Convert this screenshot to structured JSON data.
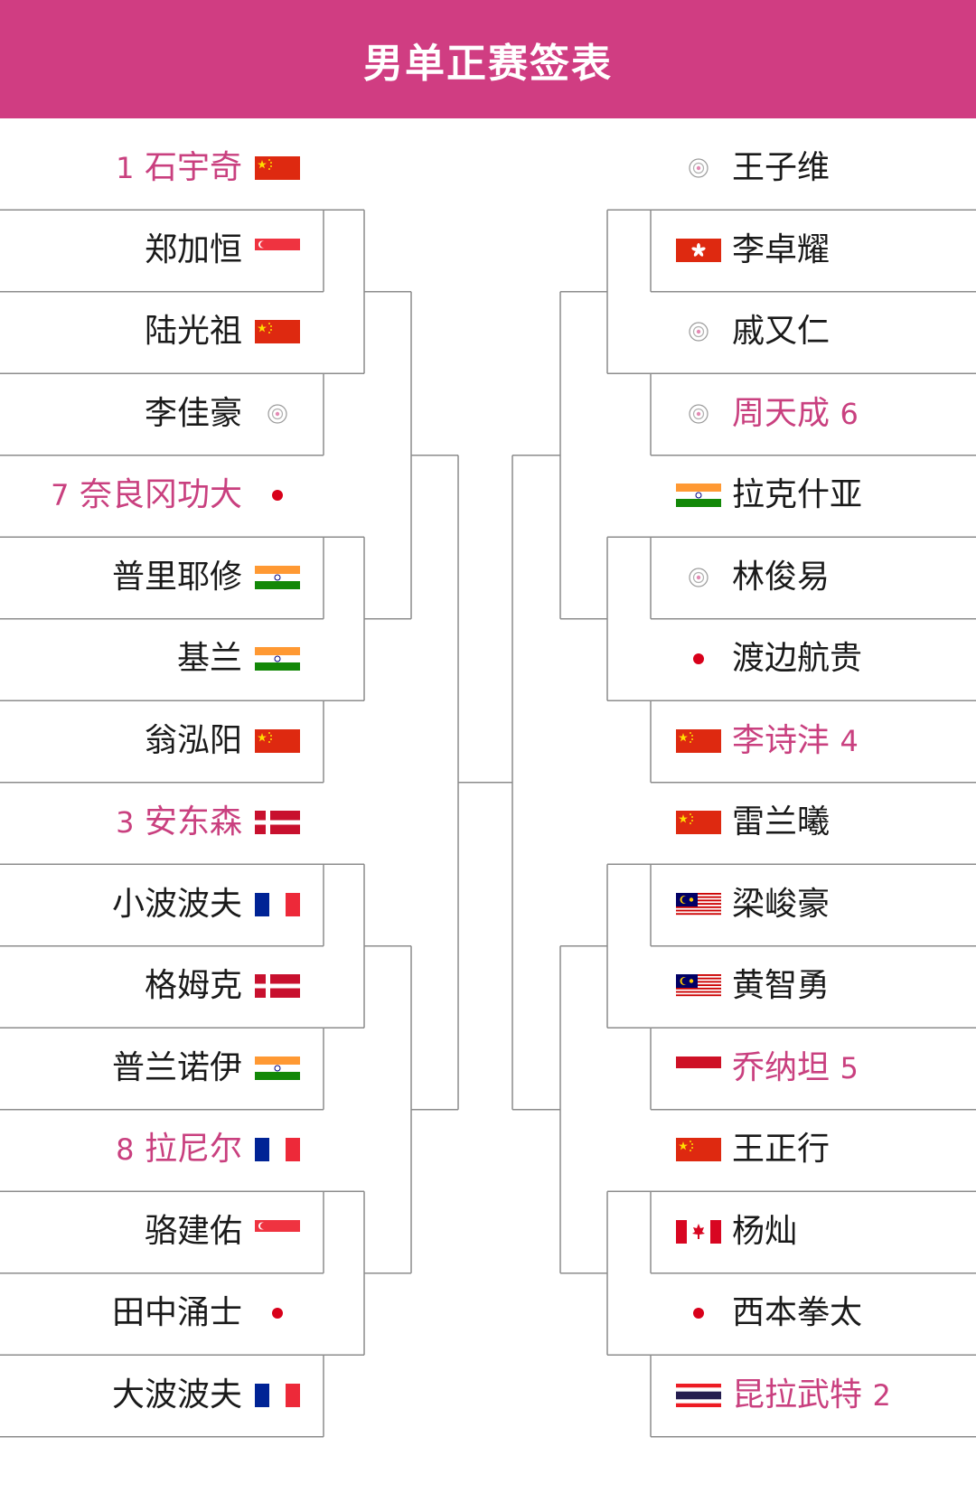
{
  "title": "男单正赛签表",
  "left_bracket": [
    {
      "seed": "1",
      "name": "石宇奇",
      "flag": "china-flag"
    },
    {
      "seed": "",
      "name": "郑加恒",
      "flag": "singapore-flag"
    },
    {
      "seed": "",
      "name": "陆光祖",
      "flag": "china-flag"
    },
    {
      "seed": "",
      "name": "李佳豪",
      "flag": "chinese-taipei-flag"
    },
    {
      "seed": "7",
      "name": "奈良冈功大",
      "flag": "japan-flag"
    },
    {
      "seed": "",
      "name": "普里耶修",
      "flag": "india-flag"
    },
    {
      "seed": "",
      "name": "基兰",
      "flag": "india-flag"
    },
    {
      "seed": "",
      "name": "翁泓阳",
      "flag": "china-flag"
    },
    {
      "seed": "3",
      "name": "安东森",
      "flag": "denmark-flag"
    },
    {
      "seed": "",
      "name": "小波波夫",
      "flag": "france-flag"
    },
    {
      "seed": "",
      "name": "格姆克",
      "flag": "denmark-flag"
    },
    {
      "seed": "",
      "name": "普兰诺伊",
      "flag": "india-flag"
    },
    {
      "seed": "8",
      "name": "拉尼尔",
      "flag": "france-flag"
    },
    {
      "seed": "",
      "name": "骆建佑",
      "flag": "singapore-flag"
    },
    {
      "seed": "",
      "name": "田中涌士",
      "flag": "japan-flag"
    },
    {
      "seed": "",
      "name": "大波波夫",
      "flag": "france-flag"
    }
  ],
  "right_bracket": [
    {
      "seed": "",
      "name": "王子维",
      "flag": "chinese-taipei-flag"
    },
    {
      "seed": "",
      "name": "李卓耀",
      "flag": "hong-kong-flag"
    },
    {
      "seed": "",
      "name": "戚又仁",
      "flag": "chinese-taipei-flag"
    },
    {
      "seed": "6",
      "name": "周天成",
      "flag": "chinese-taipei-flag"
    },
    {
      "seed": "",
      "name": "拉克什亚",
      "flag": "india-flag"
    },
    {
      "seed": "",
      "name": "林俊易",
      "flag": "chinese-taipei-flag"
    },
    {
      "seed": "",
      "name": "渡边航贵",
      "flag": "japan-flag"
    },
    {
      "seed": "4",
      "name": "李诗沣",
      "flag": "china-flag"
    },
    {
      "seed": "",
      "name": "雷兰曦",
      "flag": "china-flag"
    },
    {
      "seed": "",
      "name": "梁峻豪",
      "flag": "malaysia-flag"
    },
    {
      "seed": "",
      "name": "黄智勇",
      "flag": "malaysia-flag"
    },
    {
      "seed": "5",
      "name": "乔纳坦",
      "flag": "indonesia-flag"
    },
    {
      "seed": "",
      "name": "王正行",
      "flag": "china-flag"
    },
    {
      "seed": "",
      "name": "杨灿",
      "flag": "canada-flag"
    },
    {
      "seed": "",
      "name": "西本拳太",
      "flag": "japan-flag"
    },
    {
      "seed": "2",
      "name": "昆拉武特",
      "flag": "thailand-flag"
    }
  ],
  "colors": {
    "header_bg": "#d03d82",
    "seeded_text": "#c9407f",
    "line": "#8c8c8c"
  }
}
